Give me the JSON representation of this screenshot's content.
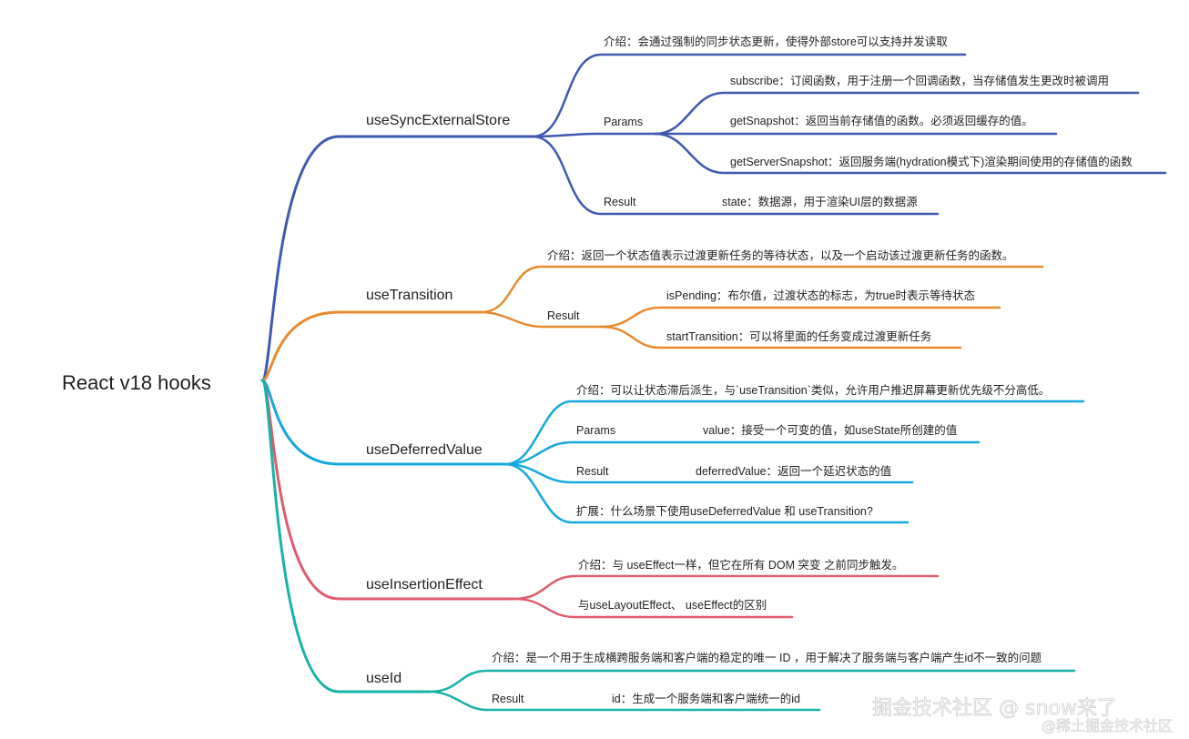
{
  "root": {
    "label": "React v18 hooks"
  },
  "colors": {
    "blue": "#3e59b0",
    "orange": "#e8892e",
    "cyan": "#15a8df",
    "red": "#e05b6c",
    "teal": "#18b2a7"
  },
  "branches": [
    {
      "label": "useSyncExternalStore",
      "color": "blue",
      "intro": "介绍：会通过强制的同步状态更新，使得外部store可以支持并发读取",
      "params_label": "Params",
      "params": [
        "subscribe：订阅函数，用于注册一个回调函数，当存储值发生更改时被调用",
        "getSnapshot：返回当前存储值的函数。必须返回缓存的值。",
        "getServerSnapshot：返回服务端(hydration模式下)渲染期间使用的存储值的函数"
      ],
      "result_label": "Result",
      "result": "state：数据源，用于渲染UI层的数据源"
    },
    {
      "label": "useTransition",
      "color": "orange",
      "intro": "介绍：返回一个状态值表示过渡更新任务的等待状态，以及一个启动该过渡更新任务的函数。",
      "result_label": "Result",
      "results": [
        "isPending：布尔值，过渡状态的标志，为true时表示等待状态",
        "startTransition：可以将里面的任务变成过渡更新任务"
      ]
    },
    {
      "label": "useDeferredValue",
      "color": "cyan",
      "intro": "介绍：可以让状态滞后派生，与`useTransition`类似，允许用户推迟屏幕更新优先级不分高低。",
      "params_label": "Params",
      "params": "value：接受一个可变的值，如useState所创建的值",
      "result_label": "Result",
      "result": "deferredValue：返回一个延迟状态的值",
      "extra": "扩展：什么场景下使用useDeferredValue 和 useTransition?"
    },
    {
      "label": "useInsertionEffect",
      "color": "red",
      "intro": "介绍：与 useEffect一样，但它在所有 DOM 突变 之前同步触发。",
      "note": "与useLayoutEffect、 useEffect的区别"
    },
    {
      "label": "useId",
      "color": "teal",
      "intro": "介绍：是一个用于生成横跨服务端和客户端的稳定的唯一 ID ，用于解决了服务端与客户端产生id不一致的问题",
      "result_label": "Result",
      "result": "id：生成一个服务端和客户端统一的id"
    }
  ],
  "watermark": {
    "main": "掘金技术社区 @ snow来了",
    "shadow": "@稀土掘金技术社区"
  }
}
